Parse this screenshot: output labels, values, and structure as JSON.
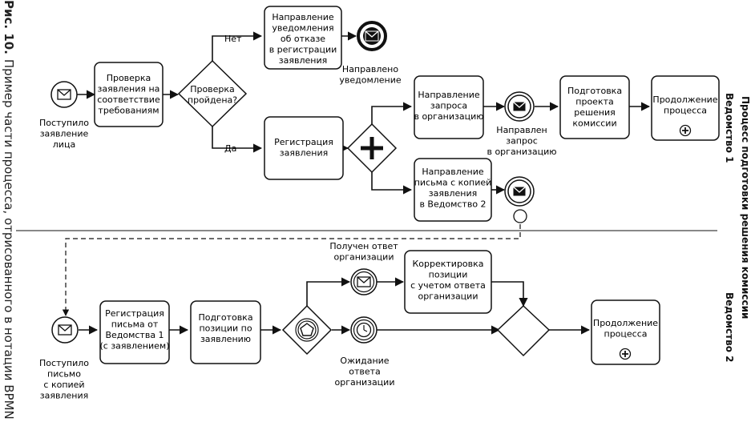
{
  "figure": {
    "caption_label": "Рис. 10.",
    "caption_text": "Пример части процесса, отрисованного в нотации BPMN"
  },
  "pool": {
    "title": "Процесс подготовки решения комиссии"
  },
  "lanes": [
    {
      "label": "Ведомство 1"
    },
    {
      "label": "Ведомство 2"
    }
  ],
  "lane1": {
    "start_event": [
      "Поступило",
      "заявление",
      "лица"
    ],
    "task_check": [
      "Проверка",
      "заявления на",
      "соответствие",
      "требованиям"
    ],
    "gateway_check": [
      "Проверка",
      "пройдена?"
    ],
    "flow_no": "Нет",
    "flow_yes": "Да",
    "task_notify": [
      "Направление",
      "уведомления",
      "об отказе",
      "в регистрации",
      "заявления"
    ],
    "end_notified": [
      "Направлено",
      "уведомление"
    ],
    "task_register": [
      "Регистрация",
      "заявления"
    ],
    "task_send_request": [
      "Направление",
      "запроса",
      "в организацию"
    ],
    "event_request_sent": [
      "Направлен",
      "запрос",
      "в организацию"
    ],
    "task_prepare_draft": [
      "Подготовка",
      "проекта",
      "решения",
      "комиссии"
    ],
    "task_continue": [
      "Продолжение",
      "процесса"
    ],
    "task_send_letter": [
      "Направление",
      "письма с копией",
      "заявления",
      "в Ведомство 2"
    ]
  },
  "lane2": {
    "start_event": [
      "Поступило",
      "письмо",
      "с копией",
      "заявления"
    ],
    "task_register_letter": [
      "Регистрация",
      "письма от",
      "Ведомства 1",
      "(с заявлением)"
    ],
    "task_prepare_position": [
      "Подготовка",
      "позиции по",
      "заявлению"
    ],
    "event_response_received": [
      "Получен ответ",
      "организации"
    ],
    "task_correct_position": [
      "Корректировка",
      "позиции",
      "с учетом ответа",
      "организации"
    ],
    "event_waiting": [
      "Ожидание",
      "ответа",
      "организации"
    ],
    "task_continue": [
      "Продолжение",
      "процесса"
    ]
  }
}
